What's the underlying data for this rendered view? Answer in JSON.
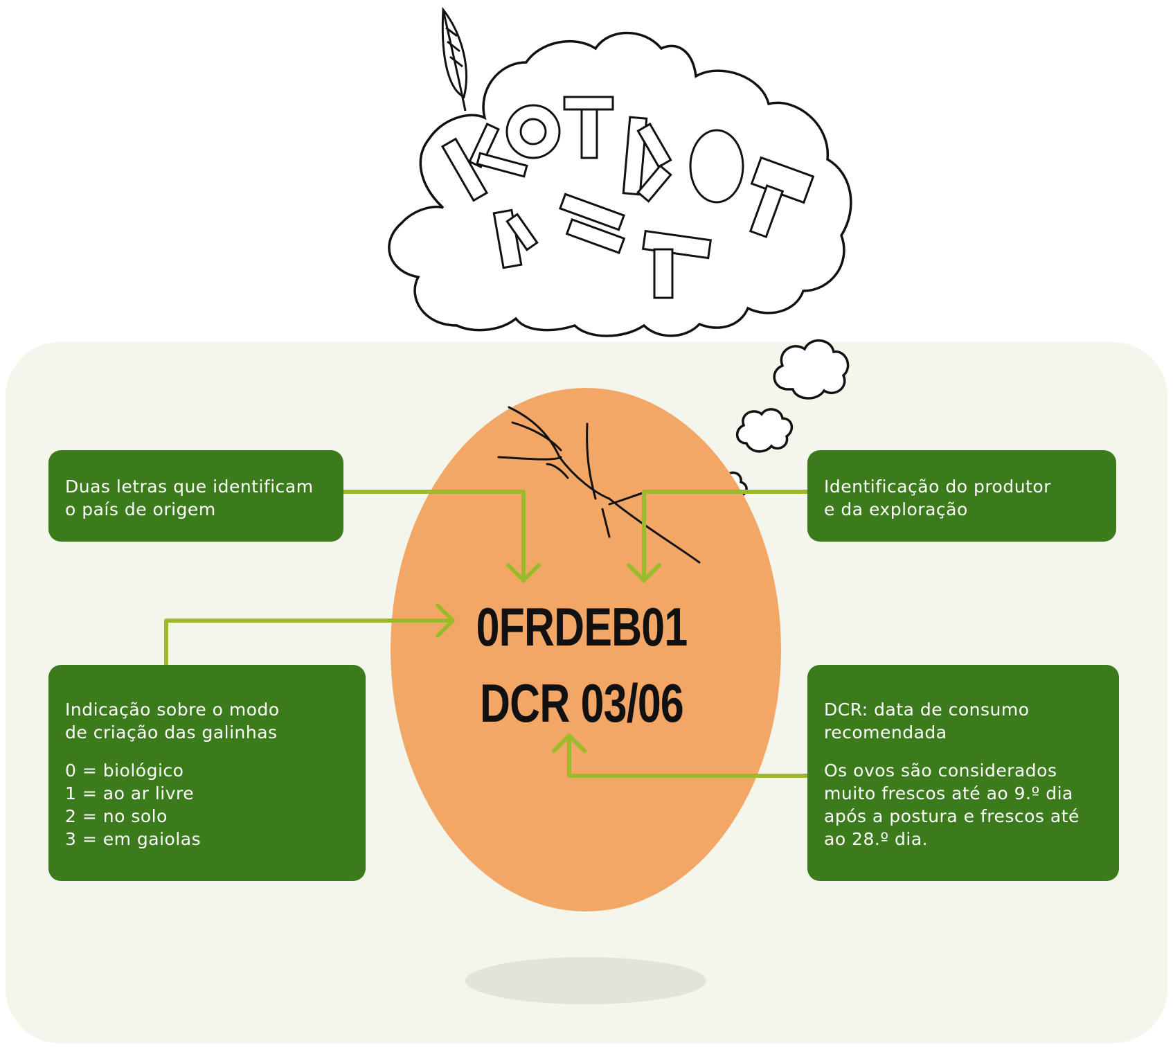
{
  "bubble": {
    "lines": [
      "KOT KOT",
      "KAT"
    ]
  },
  "egg_code": {
    "line1": "0FRDEB01",
    "line2": "DCR 03/06"
  },
  "boxes": {
    "country": {
      "lines": [
        "Duas letras que identificam",
        "o país de origem"
      ]
    },
    "producer": {
      "lines": [
        "Identificação do produtor",
        "e da exploração"
      ]
    },
    "farming": {
      "lines": [
        "Indicação sobre o modo",
        "de criação das galinhas"
      ],
      "codes": [
        "0 = biológico",
        "1 = ao ar livre",
        "2 = no solo",
        "3 = em gaiolas"
      ]
    },
    "dcr": {
      "lines": [
        "DCR: data de consumo",
        "recomendada"
      ],
      "note": [
        "Os ovos são considerados",
        "muito frescos até ao 9.º dia",
        "após a postura e frescos até",
        "ao 28.º dia."
      ]
    }
  },
  "colors": {
    "box_green": "#3c7b1c",
    "arrow_green": "#9bbb2b",
    "egg_orange": "#f3a766",
    "panel_bg": "#f4f6ec"
  }
}
